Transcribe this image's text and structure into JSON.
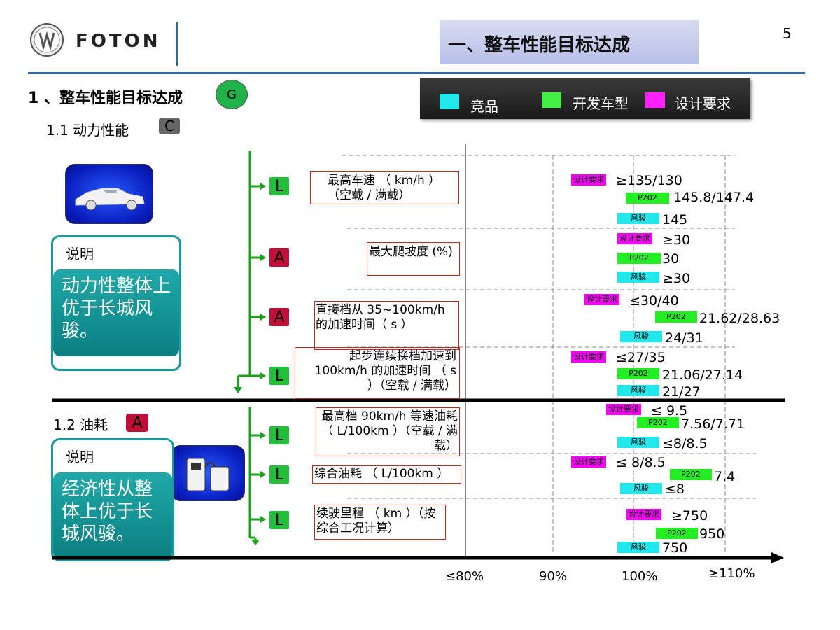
{
  "header": {
    "logo_text": "FOTON",
    "title": "一、整车性能目标达成",
    "page_number": "5"
  },
  "section": {
    "heading": "1 、整车性能目标达成",
    "status": "G",
    "sub1": {
      "label": "1.1   动力性能",
      "rating": "C"
    },
    "sub2": {
      "label": "1.2  油耗",
      "rating": "A"
    }
  },
  "legend": {
    "items": [
      {
        "label": "竞品",
        "color": "#22e8ee"
      },
      {
        "label": "开发车型",
        "color": "#44ee44"
      },
      {
        "label": "设计要求",
        "color": "#ff22ff"
      }
    ]
  },
  "notes": {
    "power": {
      "label": "说明",
      "text": "动力性整体上优于长城风骏。"
    },
    "fuel": {
      "label": "说明",
      "text": "经济性从整体上优于长城风骏。"
    }
  },
  "tags": {
    "design": "设计要求",
    "dev": "P202",
    "comp": "风骏"
  },
  "items": [
    {
      "label": "最高车速 （ km/h ）（空载 / 满载）",
      "rating": "L",
      "design": "≥135/130",
      "dev": "145.8/147.4",
      "comp": "145"
    },
    {
      "label": "最大爬坡度 (%)",
      "rating": "A",
      "design": "≥30",
      "dev": "30",
      "comp": "≥30"
    },
    {
      "label": "直接档从 35~100km/h 的加速时间（ s ）",
      "rating": "A",
      "design": "≤30/40",
      "dev": "21.62/28.63",
      "comp": "24/31"
    },
    {
      "label": "起步连续换档加速到 100km/h 的加速时间 （ s ）（空载 / 满载）",
      "rating": "L",
      "design": "≤27/35",
      "dev": "21.06/27.14",
      "comp": "21/27"
    },
    {
      "label": "最高档 90km/h 等速油耗 （ L/100km ）（空载 / 满载）",
      "rating": "L",
      "design": "≤ 9.5",
      "dev": "7.56/7.71",
      "comp": "≤8/8.5"
    },
    {
      "label": "综合油耗 （ L/100km ）",
      "rating": "L",
      "design": "≤ 8/8.5",
      "dev": "7.4",
      "comp": "≤8"
    },
    {
      "label": "续驶里程 （ km ）（按综合工况计算）",
      "rating": "L",
      "design": "≥750",
      "dev": "950",
      "comp": "750"
    }
  ],
  "axis": {
    "ticks": [
      "≤80%",
      "90%",
      "100%",
      "≥110%"
    ]
  }
}
